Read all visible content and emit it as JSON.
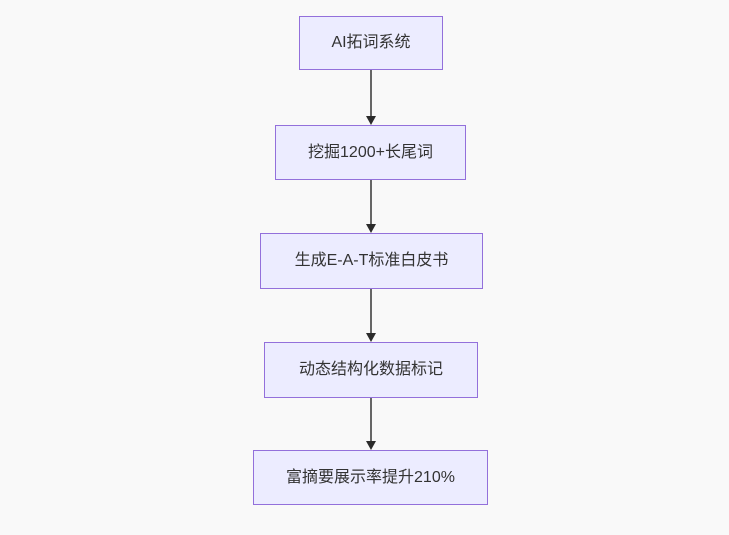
{
  "diagram": {
    "type": "flowchart",
    "direction": "top-down",
    "nodes": [
      {
        "id": "n1",
        "label": "AI拓词系统"
      },
      {
        "id": "n2",
        "label": "挖掘1200+长尾词"
      },
      {
        "id": "n3",
        "label": "生成E-A-T标准白皮书"
      },
      {
        "id": "n4",
        "label": "动态结构化数据标记"
      },
      {
        "id": "n5",
        "label": "富摘要展示率提升210%"
      }
    ],
    "edges": [
      {
        "from": "n1",
        "to": "n2"
      },
      {
        "from": "n2",
        "to": "n3"
      },
      {
        "from": "n3",
        "to": "n4"
      },
      {
        "from": "n4",
        "to": "n5"
      }
    ],
    "colors": {
      "node_fill": "#ECECFF",
      "node_border": "#9370DB",
      "node_text": "#333333",
      "edge_line": "#666666",
      "arrowhead": "#2b2b2b",
      "background": "#f9f9f9"
    }
  }
}
